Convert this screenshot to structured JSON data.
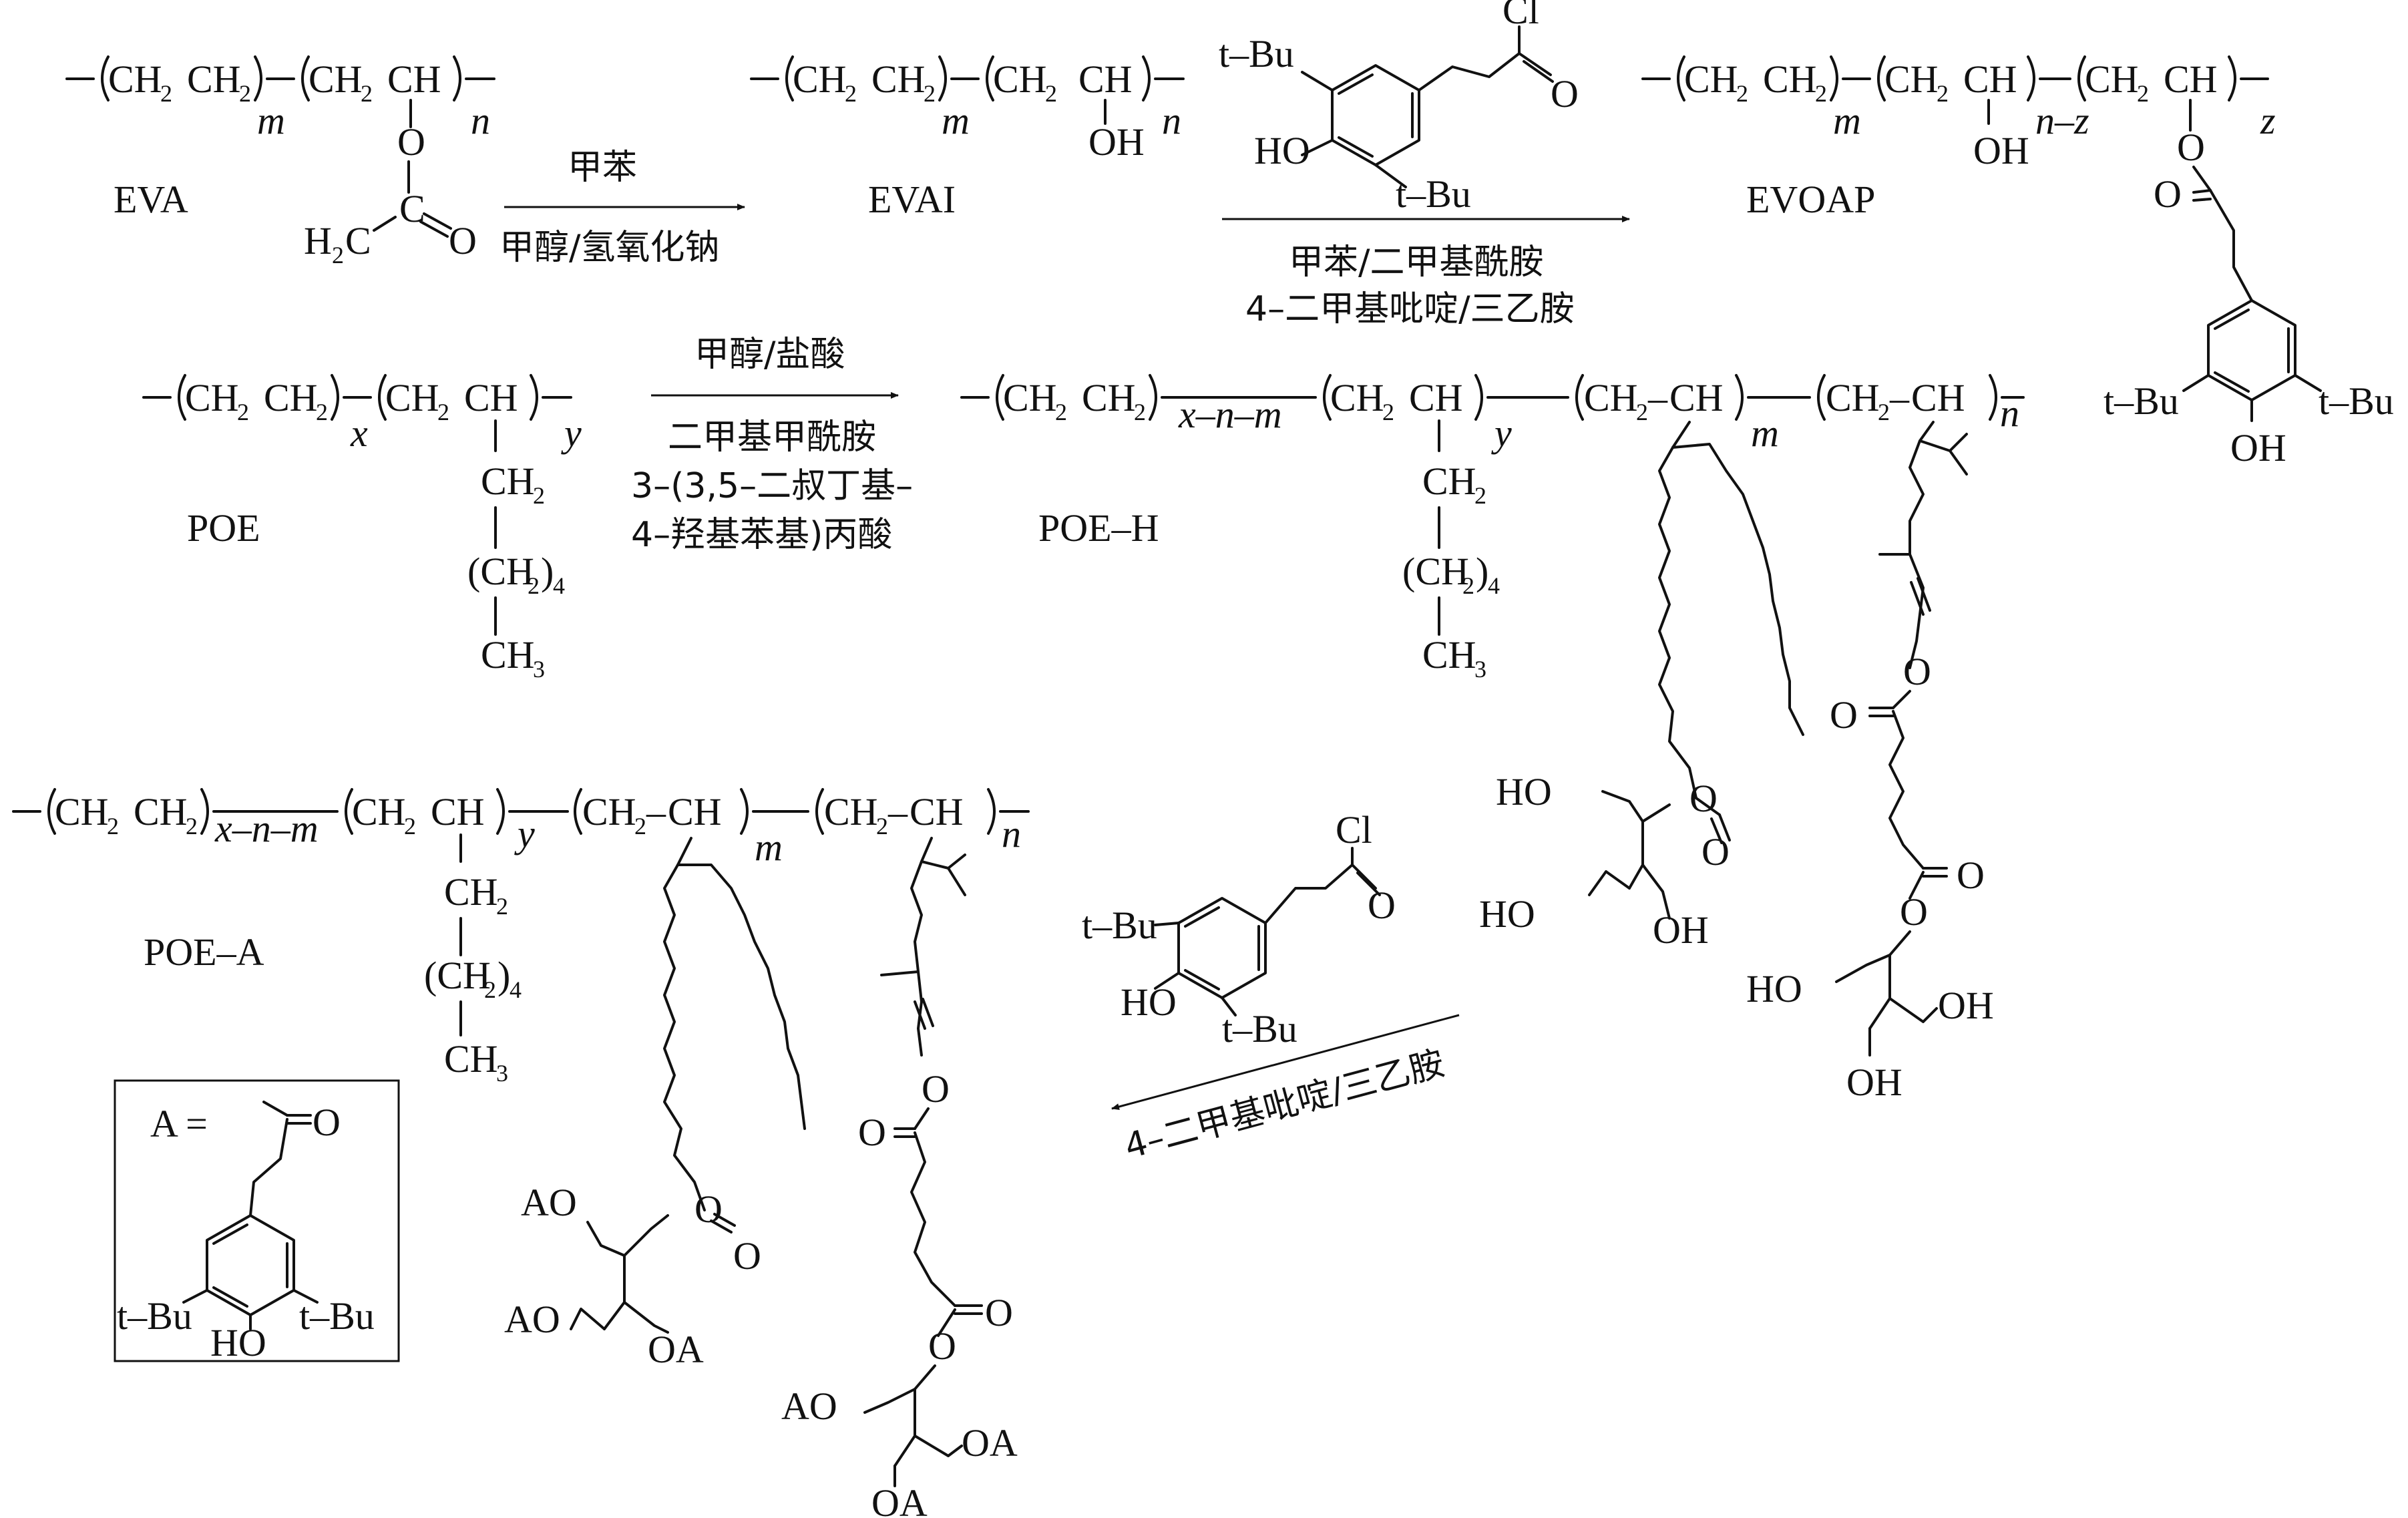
{
  "groups": {
    "ch2": "CH",
    "ch2_sub": "2",
    "ch": "CH",
    "ch2dash": "CH",
    "ch3": "CH",
    "ch3_sub": "3",
    "h3c": "H",
    "h3c_c": "C",
    "ch2_4": "(CH",
    "ch2_4_close": ")",
    "ch2_4_sub": "4",
    "dash": "–"
  },
  "atoms": {
    "O": "O",
    "C": "C",
    "Cl": "Cl",
    "OH": "OH",
    "HO": "HO",
    "AO": "AO",
    "OA": "OA",
    "tBu": "t–Bu"
  },
  "subscripts": {
    "m": "m",
    "n": "n",
    "x": "x",
    "y": "y",
    "z": "z",
    "n_minus_z": "n–z",
    "x_n_m": "x–n–m"
  },
  "compounds": {
    "eva": "EVA",
    "evai": "EVAI",
    "evoap": "EVOAP",
    "poe": "POE",
    "poe_h": "POE–H",
    "poe_a": "POE–A",
    "a_def": "A ="
  },
  "reactions": {
    "r1_above": "甲苯",
    "r1_below": "甲醇/氢氧化钠",
    "r2_line1": "甲苯/二甲基酰胺",
    "r2_line2": "4–二甲基吡啶/三乙胺",
    "r3_above": "甲醇/盐酸",
    "r3_line1": "二甲基甲酰胺",
    "r3_line2": "3–(3,5–二叔丁基–",
    "r3_line3": "4–羟基苯基)丙酸",
    "r4_below": "4–二甲基吡啶/三乙胺"
  }
}
